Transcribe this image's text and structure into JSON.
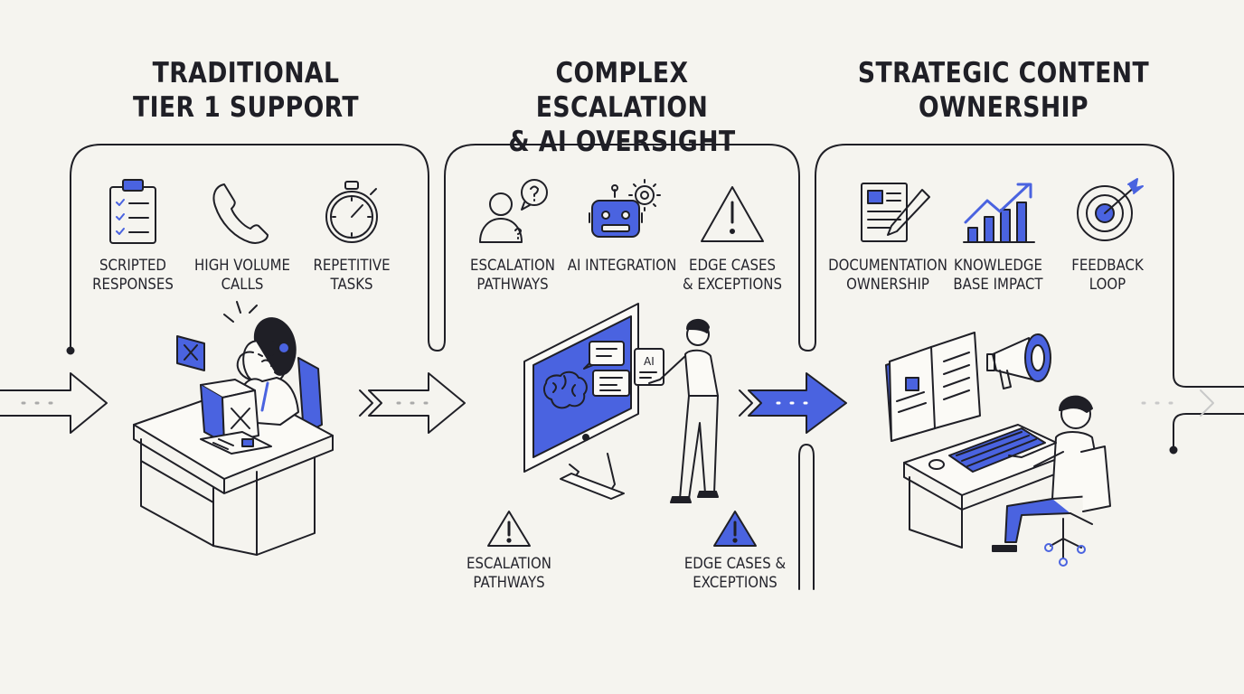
{
  "colors": {
    "accent": "#4a63e0",
    "ink": "#1f1f26",
    "background": "#f5f4ef"
  },
  "stages": [
    {
      "title": [
        "TRADITIONAL",
        "TIER 1 SUPPORT"
      ],
      "items": [
        {
          "icon": "clipboard-checklist-icon",
          "label": [
            "SCRIPTED",
            "RESPONSES"
          ]
        },
        {
          "icon": "phone-icon",
          "label": [
            "HIGH VOLUME",
            "CALLS"
          ]
        },
        {
          "icon": "stopwatch-icon",
          "label": [
            "REPETITIVE",
            "TASKS"
          ]
        }
      ]
    },
    {
      "title": [
        "COMPLEX ESCALATION",
        "& AI OVERSIGHT"
      ],
      "items": [
        {
          "icon": "person-question-icon",
          "label": [
            "ESCALATION",
            "PATHWAYS"
          ]
        },
        {
          "icon": "robot-gear-icon",
          "label": [
            "AI INTEGRATION"
          ]
        },
        {
          "icon": "warning-triangle-icon",
          "label": [
            "EDGE CASES",
            "& EXCEPTIONS"
          ]
        }
      ],
      "lower_items": [
        {
          "icon": "warning-triangle-icon",
          "label": [
            "ESCALATION",
            "PATHWAYS"
          ]
        },
        {
          "icon": "warning-triangle-filled-icon",
          "label": [
            "EDGE CASES &",
            "EXCEPTIONS"
          ]
        }
      ],
      "screen_text": [
        "AI"
      ]
    },
    {
      "title": [
        "STRATEGIC CONTENT",
        "OWNERSHIP"
      ],
      "items": [
        {
          "icon": "document-pencil-icon",
          "label": [
            "DOCUMENTATION",
            "OWNERSHIP"
          ]
        },
        {
          "icon": "growth-chart-icon",
          "label": [
            "KNOWLEDGE",
            "BASE IMPACT"
          ]
        },
        {
          "icon": "target-arrow-icon",
          "label": [
            "FEEDBACK",
            "LOOP"
          ]
        }
      ]
    }
  ]
}
